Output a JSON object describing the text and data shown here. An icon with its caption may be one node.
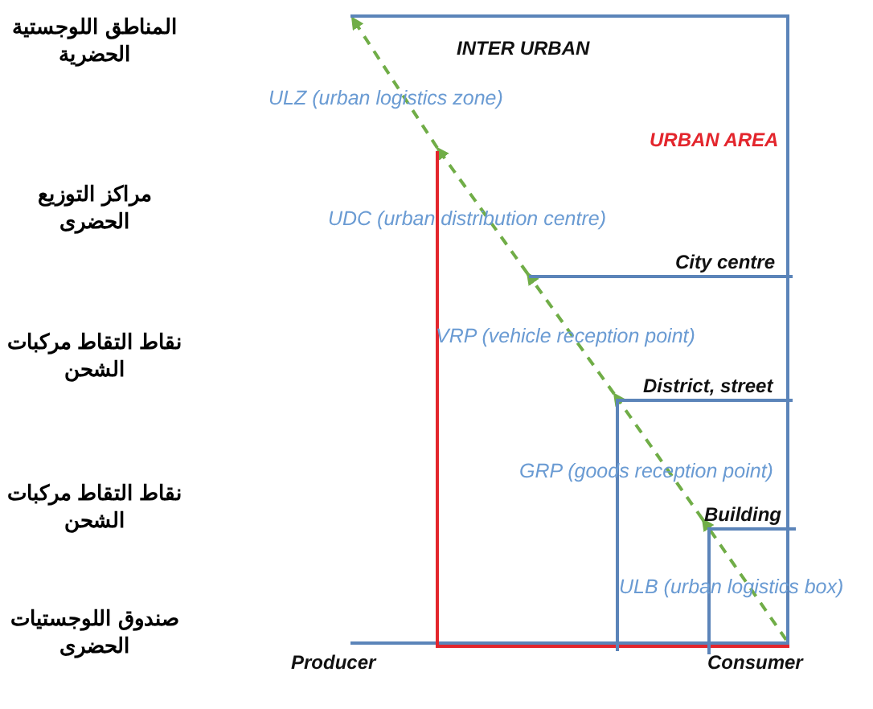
{
  "diagram": {
    "nodes": [
      {
        "text": [
          "INTER URBAN"
        ]
      },
      {
        "text": [
          "URBAN AREA"
        ],
        "in": 0
      },
      {
        "text": [
          "City centre"
        ],
        "in": 1
      },
      {
        "text": [
          "District, street"
        ],
        "in": 2
      },
      {
        "text": [
          "Building"
        ],
        "in": 3
      }
    ],
    "labels": [
      "المناطق اللوجستية الحضرية",
      "ULZ (urban logistics zone)",
      "مراكز التوزيع الحضرى",
      "UDC (urban distribution centre)",
      "نقاط التقاط مركبات الشحن",
      "VRP (vehicle reception point)",
      "نقاط التقاط مركبات الشحن",
      "GRP (goods reception point)",
      "ULB (urban logistics box)",
      "صندوق اللوجستيات الحضرى",
      "Producer",
      "Consumer"
    ]
  }
}
